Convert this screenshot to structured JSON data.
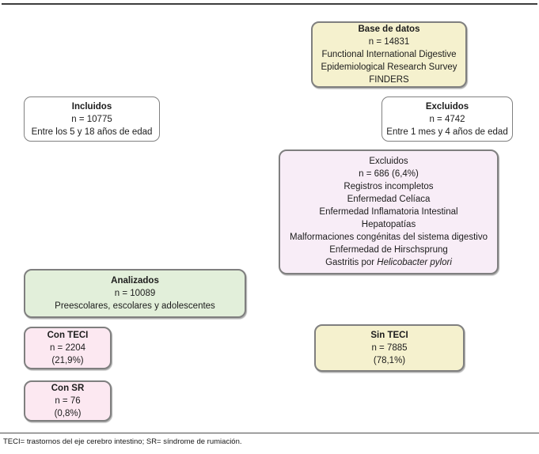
{
  "colors": {
    "cream_box": "#f5f1ce",
    "pink_large_box": "#f8edf7",
    "pink_small_box": "#fce8f1",
    "green_box": "#e2efda",
    "white_box": "#ffffff",
    "box_border": "#7f7f7f",
    "rule": "#3d3d3d",
    "text": "#1c1c1c"
  },
  "boxes": {
    "base_de_datos": {
      "title": "Base de datos",
      "lines": [
        "n = 14831",
        "Functional International Digestive",
        "Epidemiological Research Survey",
        "FINDERS"
      ]
    },
    "incluidos": {
      "title": "Incluidos",
      "lines": [
        "n = 10775",
        "Entre los 5 y 18 años de edad"
      ]
    },
    "excluidos_edad": {
      "title": "Excluidos",
      "lines": [
        "n = 4742",
        "Entre 1 mes y 4 años de edad"
      ]
    },
    "excluidos_condiciones": {
      "lines": [
        "Excluidos",
        "n = 686 (6,4%)",
        "Registros incompletos",
        "Enfermedad Celíaca",
        "Enfermedad Inflamatoria Intestinal",
        "Hepatopatías",
        "Malformaciones congénitas del sistema digestivo",
        "Enfermedad de Hirschsprung"
      ],
      "last_line_prefix": "Gastritis por ",
      "last_line_italic": "Helicobacter pylori"
    },
    "analizados": {
      "title": "Analizados",
      "lines": [
        "n = 10089",
        "Preescolares, escolares y adolescentes"
      ]
    },
    "con_teci": {
      "title": "Con TECI",
      "lines": [
        "n = 2204",
        "(21,9%)"
      ]
    },
    "sin_teci": {
      "title": "Sin TECI",
      "lines": [
        "n = 7885",
        "(78,1%)"
      ]
    },
    "con_sr": {
      "title": "Con SR",
      "lines": [
        "n = 76",
        "(0,8%)"
      ]
    }
  },
  "footnote": "TECI= trastornos del eje cerebro intestino; SR= síndrome de rumiación."
}
